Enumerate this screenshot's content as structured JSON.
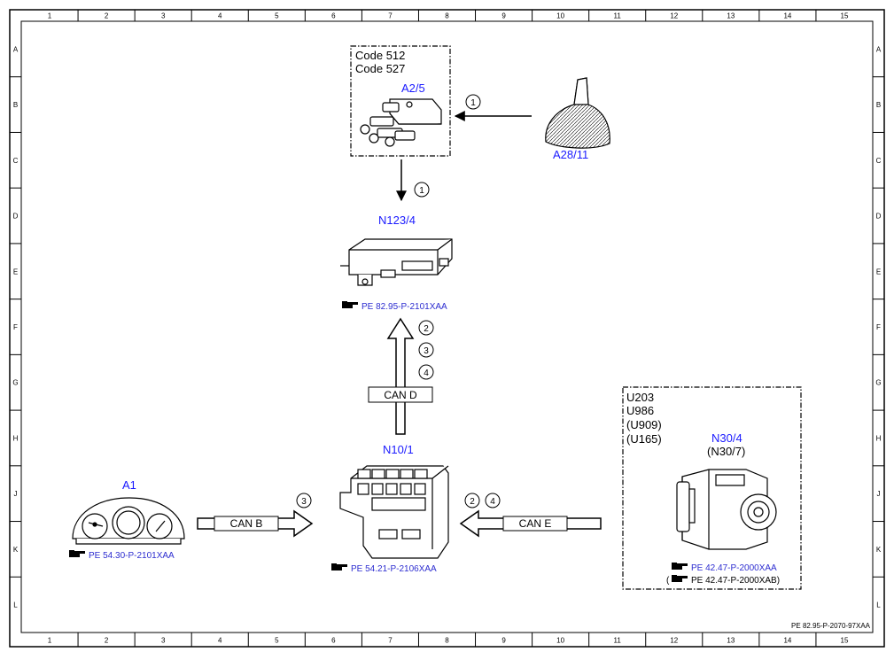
{
  "grid": {
    "columns": [
      "1",
      "2",
      "3",
      "4",
      "5",
      "6",
      "7",
      "8",
      "9",
      "10",
      "11",
      "12",
      "13",
      "14",
      "15"
    ],
    "rows": [
      "A",
      "B",
      "C",
      "D",
      "E",
      "F",
      "G",
      "H",
      "J",
      "K",
      "L"
    ]
  },
  "drawing_number": "PE 82.95-P-2070-97XAA",
  "components": {
    "a2_5": {
      "codes": [
        "Code 512",
        "Code 527"
      ],
      "label": "A2/5"
    },
    "a28_11": {
      "label": "A28/11"
    },
    "n123_4": {
      "label": "N123/4",
      "ref": "PE 82.95-P-2101XAA"
    },
    "n10_1": {
      "label": "N10/1",
      "ref": "PE 54.21-P-2106XAA"
    },
    "a1": {
      "label": "A1",
      "ref": "PE 54.30-P-2101XAA"
    },
    "n30_4": {
      "variants": [
        "U203",
        "U986",
        "(U909)",
        "(U165)"
      ],
      "label": "N30/4",
      "alt_label": "(N30/7)",
      "ref": "PE 42.47-P-2000XAA",
      "alt_ref_open": "(",
      "alt_ref": "PE 42.47-P-2000XAB)"
    }
  },
  "signals": {
    "a28_to_a2": "1",
    "a2_to_n123": "1",
    "can_d": [
      "2",
      "3",
      "4"
    ],
    "can_b": "3",
    "can_e": [
      "2",
      "4"
    ]
  },
  "buses": {
    "can_d": "CAN D",
    "can_b": "CAN B",
    "can_e": "CAN E"
  },
  "colors": {
    "label": "#1a1aff",
    "ref": "#2d2dd0",
    "line": "#000000"
  }
}
